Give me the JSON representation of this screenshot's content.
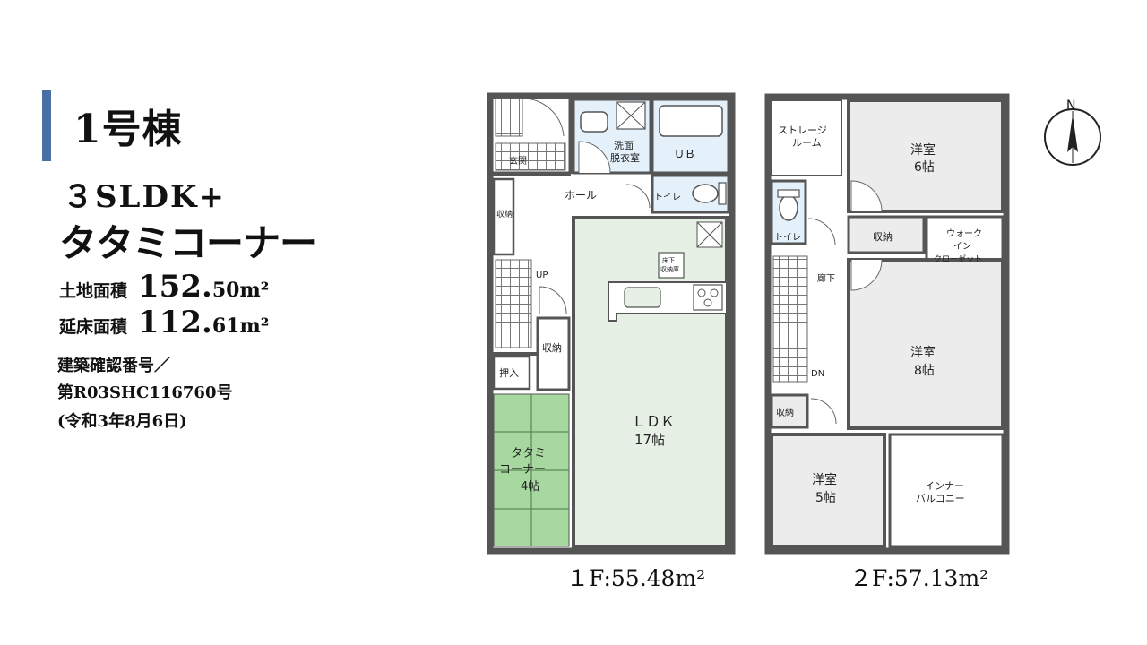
{
  "building": {
    "title": "1号棟",
    "layout": "３SLDK+",
    "option": "タタミコーナー",
    "land_area_label": "土地面積",
    "land_area_int": "152.",
    "land_area_dec": "50",
    "floor_area_label": "延床面積",
    "floor_area_int": "112.",
    "floor_area_dec": "61",
    "unit": "m²",
    "permit_label": "建築確認番号／",
    "permit_number": "第R03SHC116760号",
    "permit_date": "(令和3年8月6日)"
  },
  "floor1": {
    "caption": "１F:55.48m²",
    "rooms": {
      "genkan": "玄関",
      "senmen_1": "洗面",
      "senmen_2": "脱衣室",
      "ub": "ＵＢ",
      "toilet": "トイレ",
      "hall": "ホール",
      "shuno_1": "収納",
      "shuno_2": "収納",
      "up": "UP",
      "oshiire": "押入",
      "underfloor_1": "床下",
      "underfloor_2": "収納庫",
      "ldk_1": "ＬＤＫ",
      "ldk_2": "17帖",
      "tatami_1": "タタミ",
      "tatami_2": "コーナー",
      "tatami_3": "4帖"
    }
  },
  "floor2": {
    "caption": "２F:57.13m²",
    "rooms": {
      "storage_1": "ストレージ",
      "storage_2": "ルーム",
      "yoshitsu_a_1": "洋室",
      "yoshitsu_a_2": "6帖",
      "toilet": "トイレ",
      "shuno_1": "収納",
      "wic_1": "ウォーク",
      "wic_2": "イン",
      "wic_3": "クローゼット",
      "rouka": "廊下",
      "yoshitsu_b_1": "洋室",
      "yoshitsu_b_2": "8帖",
      "dn": "DN",
      "shuno_2": "収納",
      "yoshitsu_c_1": "洋室",
      "yoshitsu_c_2": "5帖",
      "balcony_1": "インナー",
      "balcony_2": "バルコニー"
    }
  },
  "compass": {
    "label": "N"
  },
  "colors": {
    "accent": "#4a6fa5",
    "wall": "#555555",
    "ldk": "#e6f0e4",
    "tatami": "#a7d8a0",
    "water": "#e4f1fb",
    "room2": "#ececec"
  }
}
